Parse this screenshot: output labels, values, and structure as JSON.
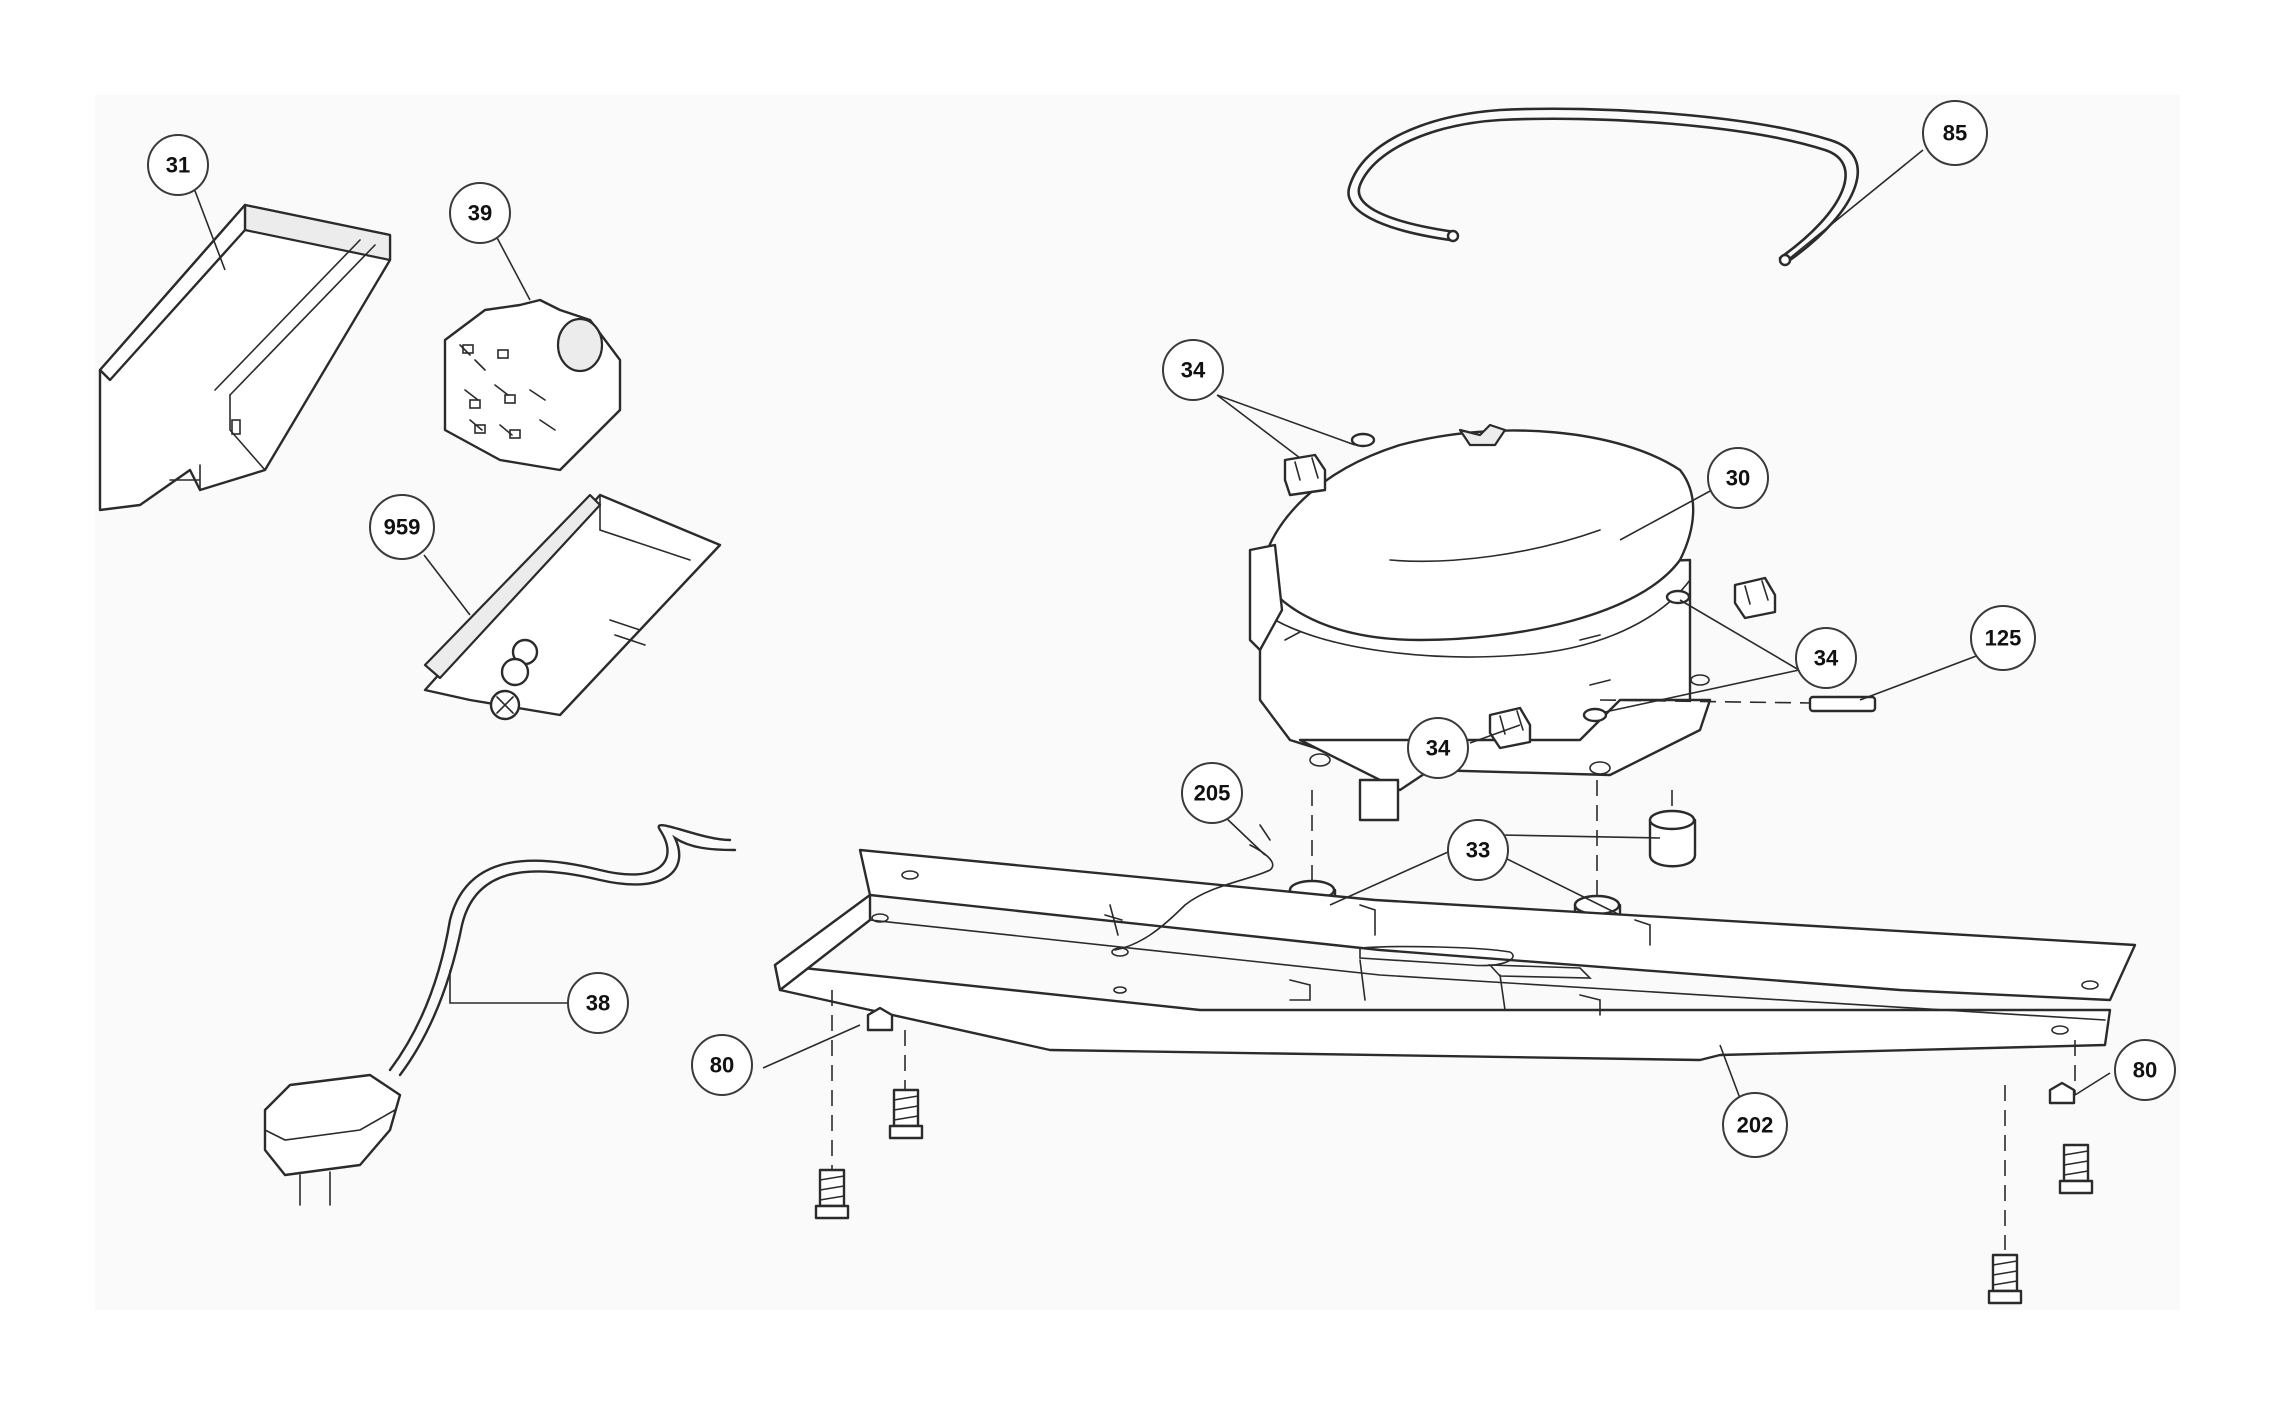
{
  "callouts": [
    {
      "id": "c31",
      "label": "31"
    },
    {
      "id": "c39",
      "label": "39"
    },
    {
      "id": "c959",
      "label": "959"
    },
    {
      "id": "c38",
      "label": "38"
    },
    {
      "id": "c85",
      "label": "85"
    },
    {
      "id": "c34a",
      "label": "34"
    },
    {
      "id": "c30",
      "label": "30"
    },
    {
      "id": "c34b",
      "label": "34"
    },
    {
      "id": "c125",
      "label": "125"
    },
    {
      "id": "c34c",
      "label": "34"
    },
    {
      "id": "c205",
      "label": "205"
    },
    {
      "id": "c33",
      "label": "33"
    },
    {
      "id": "c80a",
      "label": "80"
    },
    {
      "id": "c80b",
      "label": "80"
    },
    {
      "id": "c202",
      "label": "202"
    }
  ],
  "parts": {
    "relay_cover": "31",
    "relay_overload": "39",
    "relay_bracket": "959",
    "power_cord": "38",
    "tube": "85",
    "clips": "34",
    "compressor": "30",
    "pin": "125",
    "grommets": "33",
    "ground_wire": "205",
    "screws": "80",
    "base_plate": "202"
  }
}
